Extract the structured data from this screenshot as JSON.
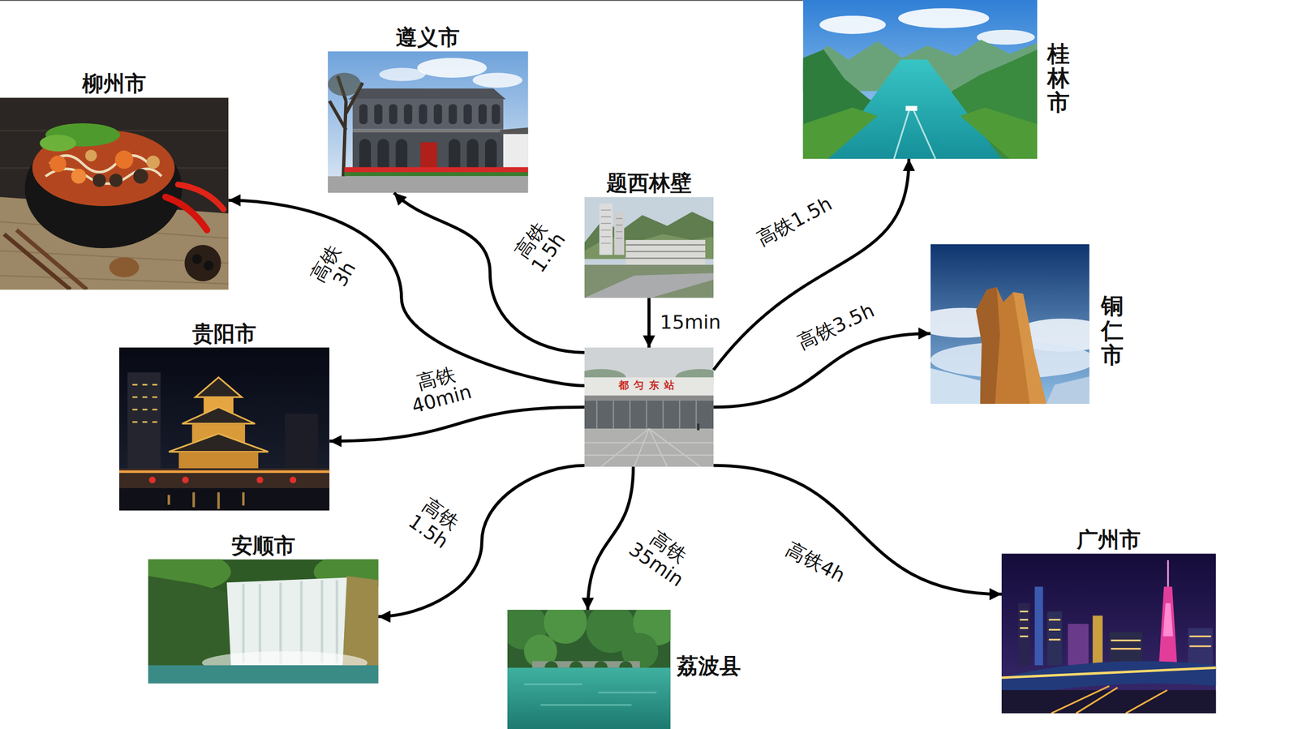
{
  "diagram": {
    "nodes": [
      {
        "text": [
          "柳州市"
        ]
      },
      {
        "text": [
          "遵义市"
        ]
      },
      {
        "text": [
          "题西林壁"
        ]
      },
      {
        "text": [
          "桂林市"
        ]
      },
      {
        "text": [
          "贵阳市"
        ]
      },
      {
        "text": [
          "都匀东站"
        ]
      },
      {
        "text": [
          "铜仁市"
        ]
      },
      {
        "text": [
          "安顺市"
        ]
      },
      {
        "text": [
          "荔波县"
        ]
      },
      {
        "text": [
          "广州市"
        ]
      }
    ],
    "edges": [
      {
        "from": 5,
        "to": 0,
        "arrow": "to",
        "label": "高铁 3h"
      },
      {
        "from": 5,
        "to": 1,
        "arrow": "to",
        "label": "高铁 1.5h"
      },
      {
        "from": 2,
        "to": 5,
        "arrow": "to",
        "label": "15min"
      },
      {
        "from": 5,
        "to": 3,
        "arrow": "to",
        "label": "高铁1.5h"
      },
      {
        "from": 5,
        "to": 6,
        "arrow": "to",
        "label": "高铁3.5h"
      },
      {
        "from": 5,
        "to": 4,
        "arrow": "to",
        "label": "高铁 40min"
      },
      {
        "from": 5,
        "to": 7,
        "arrow": "to",
        "label": "高铁 1.5h"
      },
      {
        "from": 5,
        "to": 8,
        "arrow": "to",
        "label": "高铁 35min"
      },
      {
        "from": 5,
        "to": 9,
        "arrow": "to",
        "label": "高铁4h"
      }
    ]
  }
}
